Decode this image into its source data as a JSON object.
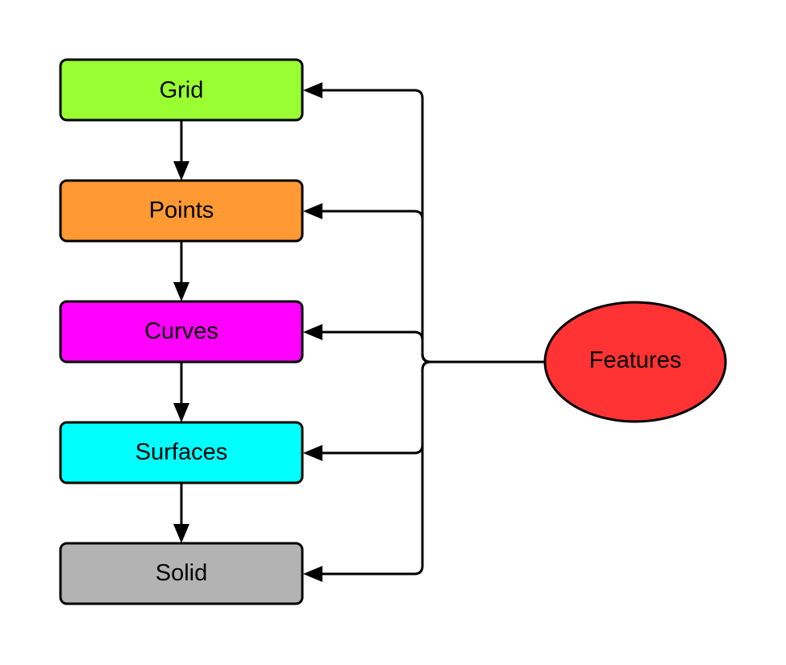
{
  "nodes": {
    "grid": {
      "label": "Grid",
      "color": "#99ff33"
    },
    "points": {
      "label": "Points",
      "color": "#ff9933"
    },
    "curves": {
      "label": "Curves",
      "color": "#ff00ff"
    },
    "surfaces": {
      "label": "Surfaces",
      "color": "#00ffff"
    },
    "solid": {
      "label": "Solid",
      "color": "#b3b3b3"
    }
  },
  "features": {
    "label": "Features",
    "color": "#ff3333"
  },
  "stroke_color": "#000000"
}
